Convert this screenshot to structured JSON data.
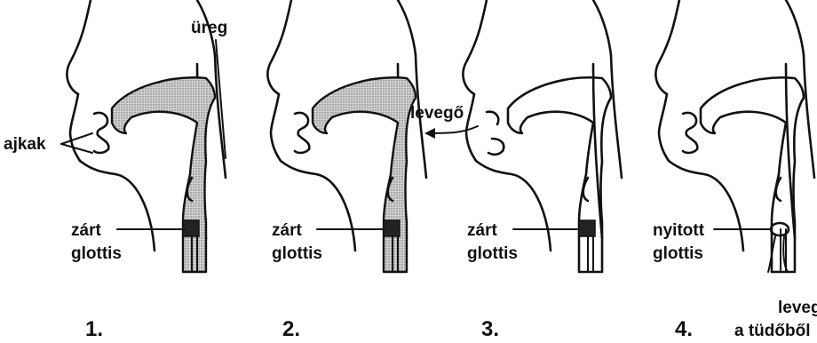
{
  "labels": {
    "lips": "ajkak",
    "cavity": "üreg",
    "air_out": "levegő",
    "closed_glottis": "zárt\nglottis",
    "open_glottis": "nyitott\nglottis",
    "air_from_lungs_1": "levegő",
    "air_from_lungs_2": "a tüdőből"
  },
  "panels": [
    {
      "number": "1.",
      "cavity_filled": true,
      "lips": "closed",
      "glottis": "closed",
      "air_arrow": false
    },
    {
      "number": "2.",
      "cavity_filled": true,
      "lips": "closed",
      "glottis": "closed",
      "air_arrow": false
    },
    {
      "number": "3.",
      "cavity_filled": false,
      "lips": "open",
      "glottis": "closed",
      "air_arrow": true
    },
    {
      "number": "4.",
      "cavity_filled": false,
      "lips": "closed",
      "glottis": "open",
      "air_arrow": false
    }
  ]
}
